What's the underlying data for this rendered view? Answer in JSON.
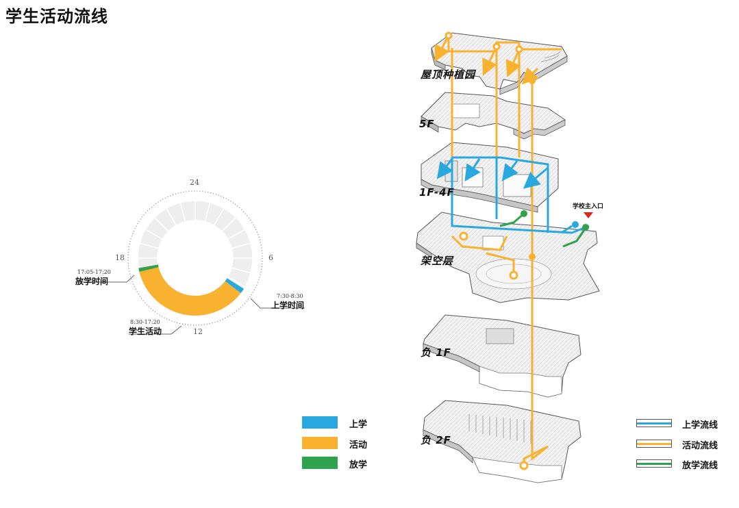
{
  "title": "学生活动流线",
  "colors": {
    "arrive": "#29a8e0",
    "activity": "#f9b230",
    "leave": "#2ea24c",
    "ring_empty": "#eeeeee"
  },
  "clock": {
    "ticks": {
      "t24": "24",
      "t6": "6",
      "t12": "12",
      "t18": "18"
    },
    "segments": [
      {
        "name": "上学时间",
        "time": "7:30-8:30"
      },
      {
        "name": "学生活动",
        "time": "8:30-17:20"
      },
      {
        "name": "放学时间",
        "time": "17:05-17:20"
      }
    ]
  },
  "floors": {
    "roof": "屋顶种植园",
    "f5": "5F",
    "f1_4": "1F-4F",
    "piloti": "架空层",
    "b1": "负 1F",
    "b2": "负 2F"
  },
  "entrance": "学校主入口",
  "legend_fill": [
    {
      "label": "上学"
    },
    {
      "label": "活动"
    },
    {
      "label": "放学"
    }
  ],
  "legend_line": [
    {
      "label": "上学流线"
    },
    {
      "label": "活动流线"
    },
    {
      "label": "放学流线"
    }
  ]
}
